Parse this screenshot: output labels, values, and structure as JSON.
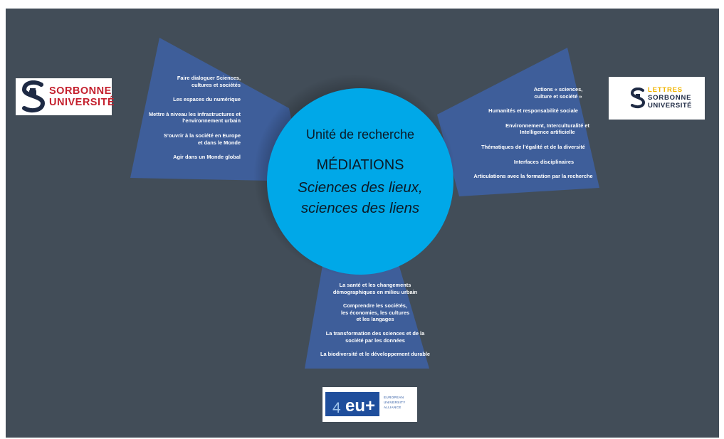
{
  "center": {
    "label": "Unité de recherche",
    "title": "MÉDIATIONS",
    "subtitle_line1": "Sciences des lieux,",
    "subtitle_line2": "sciences des liens"
  },
  "left_ray": {
    "items": [
      "Faire dialoguer Sciences,\ncultures et sociétés",
      "Les espaces du numérique",
      "Mettre à niveau les infrastructures et\nl’environnement urbain",
      "S’ouvrir à la société en Europe\net dans le Monde",
      "Agir dans un Monde global"
    ]
  },
  "right_ray": {
    "items": [
      "Actions « sciences,\nculture et société »",
      "Humanités et responsabilité sociale",
      "Environnement, Interculturalité et\nIntelligence artificielle",
      "Thématiques de l’égalité et de la diversité",
      "Interfaces disciplinaires",
      "Articulations avec la formation par la recherche"
    ]
  },
  "bottom_ray": {
    "items": [
      "La santé et les changements\ndémographiques en milieu urbain",
      "Comprendre les sociétés,\nles économies, les cultures\net les langages",
      "La transformation des sciences et de la\nsociété par les données",
      "La biodiversité et le développement durable"
    ]
  },
  "logos": {
    "sorbonne": {
      "line1": "SORBONNE",
      "line2": "UNIVERSITÉ"
    },
    "lettres": {
      "line0": "LETTRES",
      "line1": "SORBONNE",
      "line2": "UNIVERSITÉ"
    },
    "alliance": {
      "four": "4",
      "eu": "eu+",
      "line1": "EUROPEAN",
      "line2": "UNIVERSITY",
      "line3": "ALLIANCE"
    }
  },
  "colors": {
    "background": "#424d58",
    "circle": "#00a8e8",
    "ray": "#3e5fa0",
    "sorbonne_red": "#c4202d",
    "lettres_yellow": "#f0b400",
    "alliance_blue": "#1f4e9c"
  }
}
